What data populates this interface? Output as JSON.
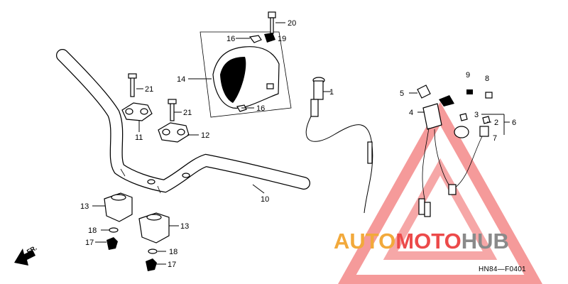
{
  "callouts": {
    "c1": "1",
    "c2": "2",
    "c3": "3",
    "c4": "4",
    "c5": "5",
    "c6": "6",
    "c7": "7",
    "c8": "8",
    "c9": "9",
    "c10": "10",
    "c11": "11",
    "c12": "12",
    "c13a": "13",
    "c13b": "13",
    "c14": "14",
    "c16a": "16",
    "c16b": "16",
    "c17a": "17",
    "c17b": "17",
    "c18a": "18",
    "c18b": "18",
    "c19": "19",
    "c20": "20",
    "c21a": "21",
    "c21b": "21"
  },
  "front_marker": "FR.",
  "diagram_code": "HN84—F0401",
  "watermark": {
    "text_part1": "AUTO",
    "text_part2": "MOTO",
    "text_part3": "HUB",
    "colors": {
      "orange": "#f2a93b",
      "red": "#ec4a4a",
      "grey": "#8a8a8a"
    }
  }
}
